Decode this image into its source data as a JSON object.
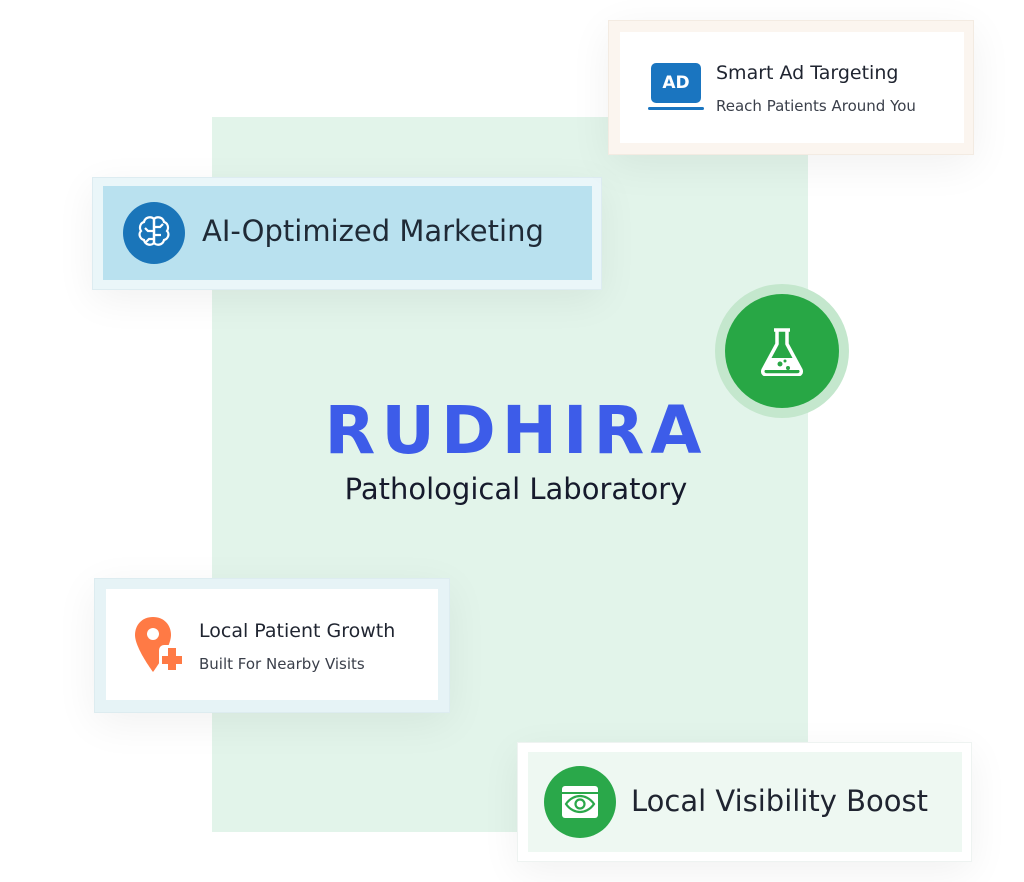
{
  "brand": {
    "name": "RUDHIRA",
    "subtitle": "Pathological Laboratory"
  },
  "cards": {
    "ai_marketing": {
      "title": "AI-Optimized Marketing",
      "icon": "brain-icon"
    },
    "smart_ad": {
      "title": "Smart Ad Targeting",
      "subtitle": "Reach Patients Around You",
      "icon": "ad-icon",
      "icon_text": "AD"
    },
    "local_patient": {
      "title": "Local Patient Growth",
      "subtitle": "Built For Nearby Visits",
      "icon": "location-plus-icon"
    },
    "local_visibility": {
      "title": "Local Visibility Boost",
      "icon": "browser-eye-icon"
    }
  },
  "badge": {
    "icon": "flask-icon"
  },
  "colors": {
    "brand": "#3d5ce9",
    "panel": "#e2f4ea",
    "green": "#28a745",
    "blue": "#1a75b9",
    "orange": "#ff7a45"
  }
}
